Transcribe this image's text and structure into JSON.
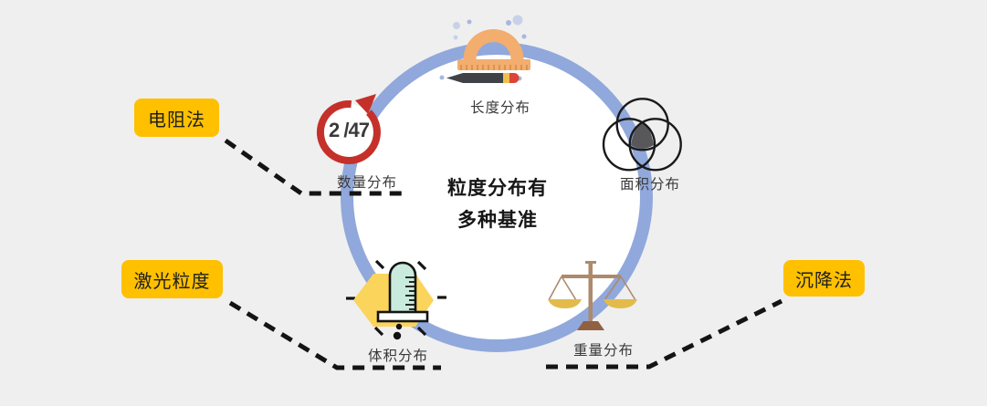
{
  "center_title": {
    "line1": "粒度分布有",
    "line2": "多种基准"
  },
  "ring_items": [
    {
      "key": "length",
      "label": "长度分布",
      "icon": "protractor-pencil-icon"
    },
    {
      "key": "quantity",
      "label": "数量分布",
      "icon": "counter-loop-icon",
      "counter_text": "2 /47"
    },
    {
      "key": "area",
      "label": "面积分布",
      "icon": "venn-circles-icon"
    },
    {
      "key": "volume",
      "label": "体积分布",
      "icon": "graduated-cylinder-icon"
    },
    {
      "key": "weight",
      "label": "重量分布",
      "icon": "balance-scale-icon"
    }
  ],
  "methods": [
    {
      "key": "resistance",
      "label": "电阻法"
    },
    {
      "key": "laser",
      "label": "激光粒度"
    },
    {
      "key": "sedimentation",
      "label": "沉降法"
    }
  ],
  "colors": {
    "background": "#EFEFEF",
    "ring_blue": "#90A8DB",
    "method_label_yellow": "#FFC000",
    "counter_red": "#C5302A",
    "protractor_orange": "#F2AD6F",
    "pencil_dark": "#3F4348",
    "pencil_tip_red": "#DB4437",
    "hexagon_yellow": "#FBD45C",
    "cylinder_mint": "#C9EBDE",
    "venn_center_gray": "#58585A",
    "scale_wood_brown": "#AD8A6B",
    "scale_pan_gold": "#E2BB4B",
    "connector_black": "#141414"
  }
}
